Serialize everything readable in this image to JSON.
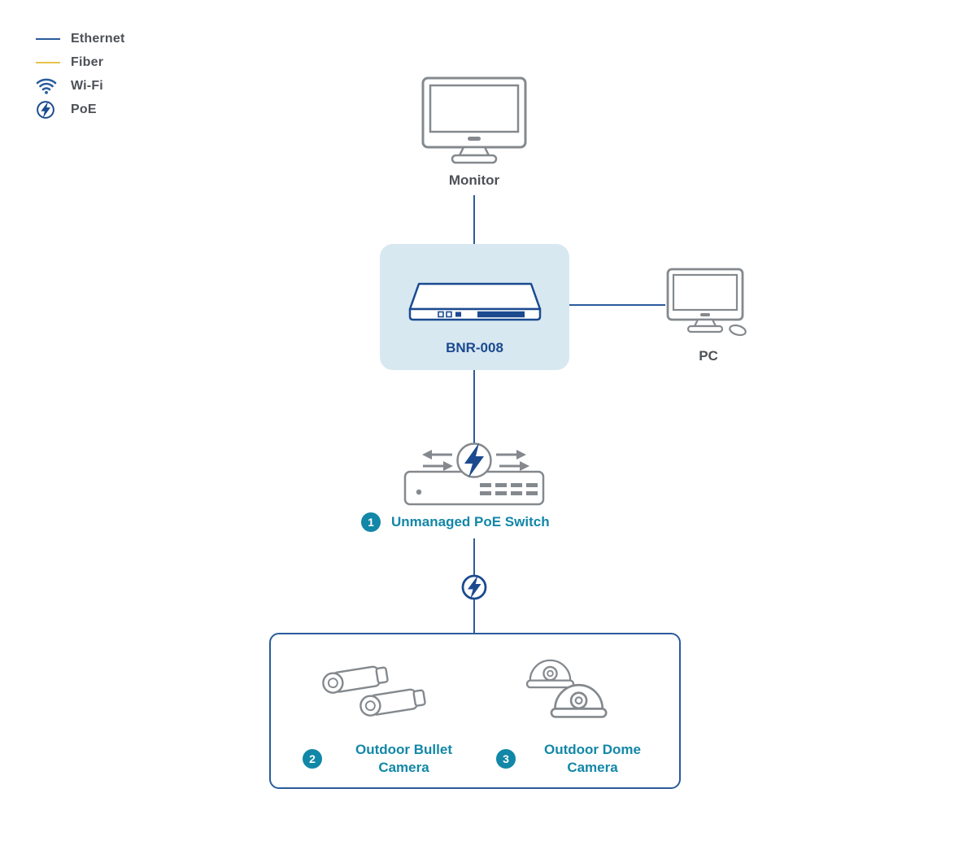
{
  "legend": {
    "items": [
      {
        "label": "Ethernet"
      },
      {
        "label": "Fiber"
      },
      {
        "label": "Wi-Fi"
      },
      {
        "label": "PoE"
      }
    ]
  },
  "nodes": {
    "monitor": {
      "label": "Monitor"
    },
    "nvr": {
      "label": "BNR-008"
    },
    "pc": {
      "label": "PC"
    },
    "poe_switch": {
      "badge": "1",
      "label": "Unmanaged PoE Switch"
    },
    "bullet_camera": {
      "badge": "2",
      "label_line1": "Outdoor Bullet",
      "label_line2": "Camera"
    },
    "dome_camera": {
      "badge": "3",
      "label_line1": "Outdoor Dome",
      "label_line2": "Camera"
    }
  },
  "colors": {
    "ethernet_line": "#2a5b9c",
    "fiber_line": "#e8c34a",
    "accent_blue": "#1b4a8f",
    "teal": "#1287a7",
    "device_gray": "#84898e",
    "panel_blue": "#d8e8f1"
  }
}
